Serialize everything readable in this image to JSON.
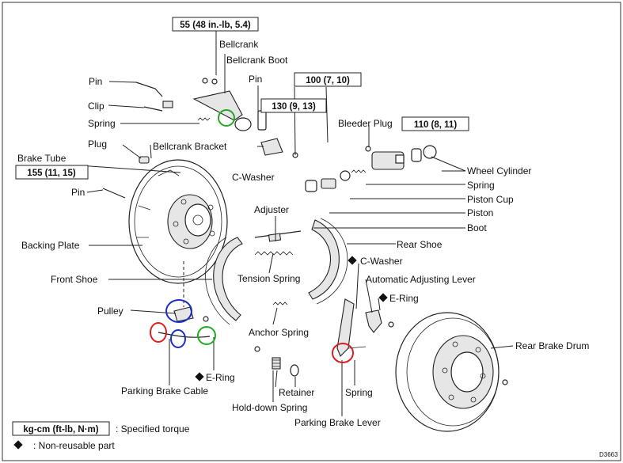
{
  "torque_boxes": {
    "bellcrank_top": "55 (48 in.-lb, 5.4)",
    "bleeder_left": "100 (7, 10)",
    "bracket": "130 (9, 13)",
    "wheel_cyl": "110 (8, 11)",
    "brake_tube": "155 (11, 15)"
  },
  "labels": {
    "bellcrank": "Bellcrank",
    "bellcrank_boot": "Bellcrank Boot",
    "pin_top": "Pin",
    "pin_mid": "Pin",
    "pin_left": "Pin",
    "clip": "Clip",
    "spring_top": "Spring",
    "plug": "Plug",
    "bellcrank_bracket": "Bellcrank Bracket",
    "brake_tube": "Brake Tube",
    "c_washer_top": "C-Washer",
    "bleeder_plug": "Bleeder Plug",
    "wheel_cylinder": "Wheel Cylinder",
    "spring_wc": "Spring",
    "piston_cup": "Piston Cup",
    "piston": "Piston",
    "boot": "Boot",
    "backing_plate": "Backing Plate",
    "adjuster": "Adjuster",
    "rear_shoe": "Rear Shoe",
    "c_washer_mid": "C-Washer",
    "front_shoe": "Front Shoe",
    "tension_spring": "Tension Spring",
    "automatic_adjusting_lever": "Automatic Adjusting Lever",
    "e_ring_right": "E-Ring",
    "pulley": "Pulley",
    "anchor_spring": "Anchor Spring",
    "rear_brake_drum": "Rear Brake Drum",
    "e_ring_bottom": "E-Ring",
    "parking_brake_cable": "Parking Brake Cable",
    "retainer": "Retainer",
    "spring_bottom": "Spring",
    "hold_down_spring": "Hold-down Spring",
    "parking_brake_lever": "Parking Brake Lever"
  },
  "legend": {
    "unit_box": "kg-cm (ft-lb, N·m)",
    "unit_text": ": Specified torque",
    "diamond_text": ": Non-reusable part"
  },
  "figure_code": "D3663",
  "colors": {
    "green_circle": "#22aa22",
    "blue_circle": "#1a2fc8",
    "red_circle": "#d42020"
  }
}
